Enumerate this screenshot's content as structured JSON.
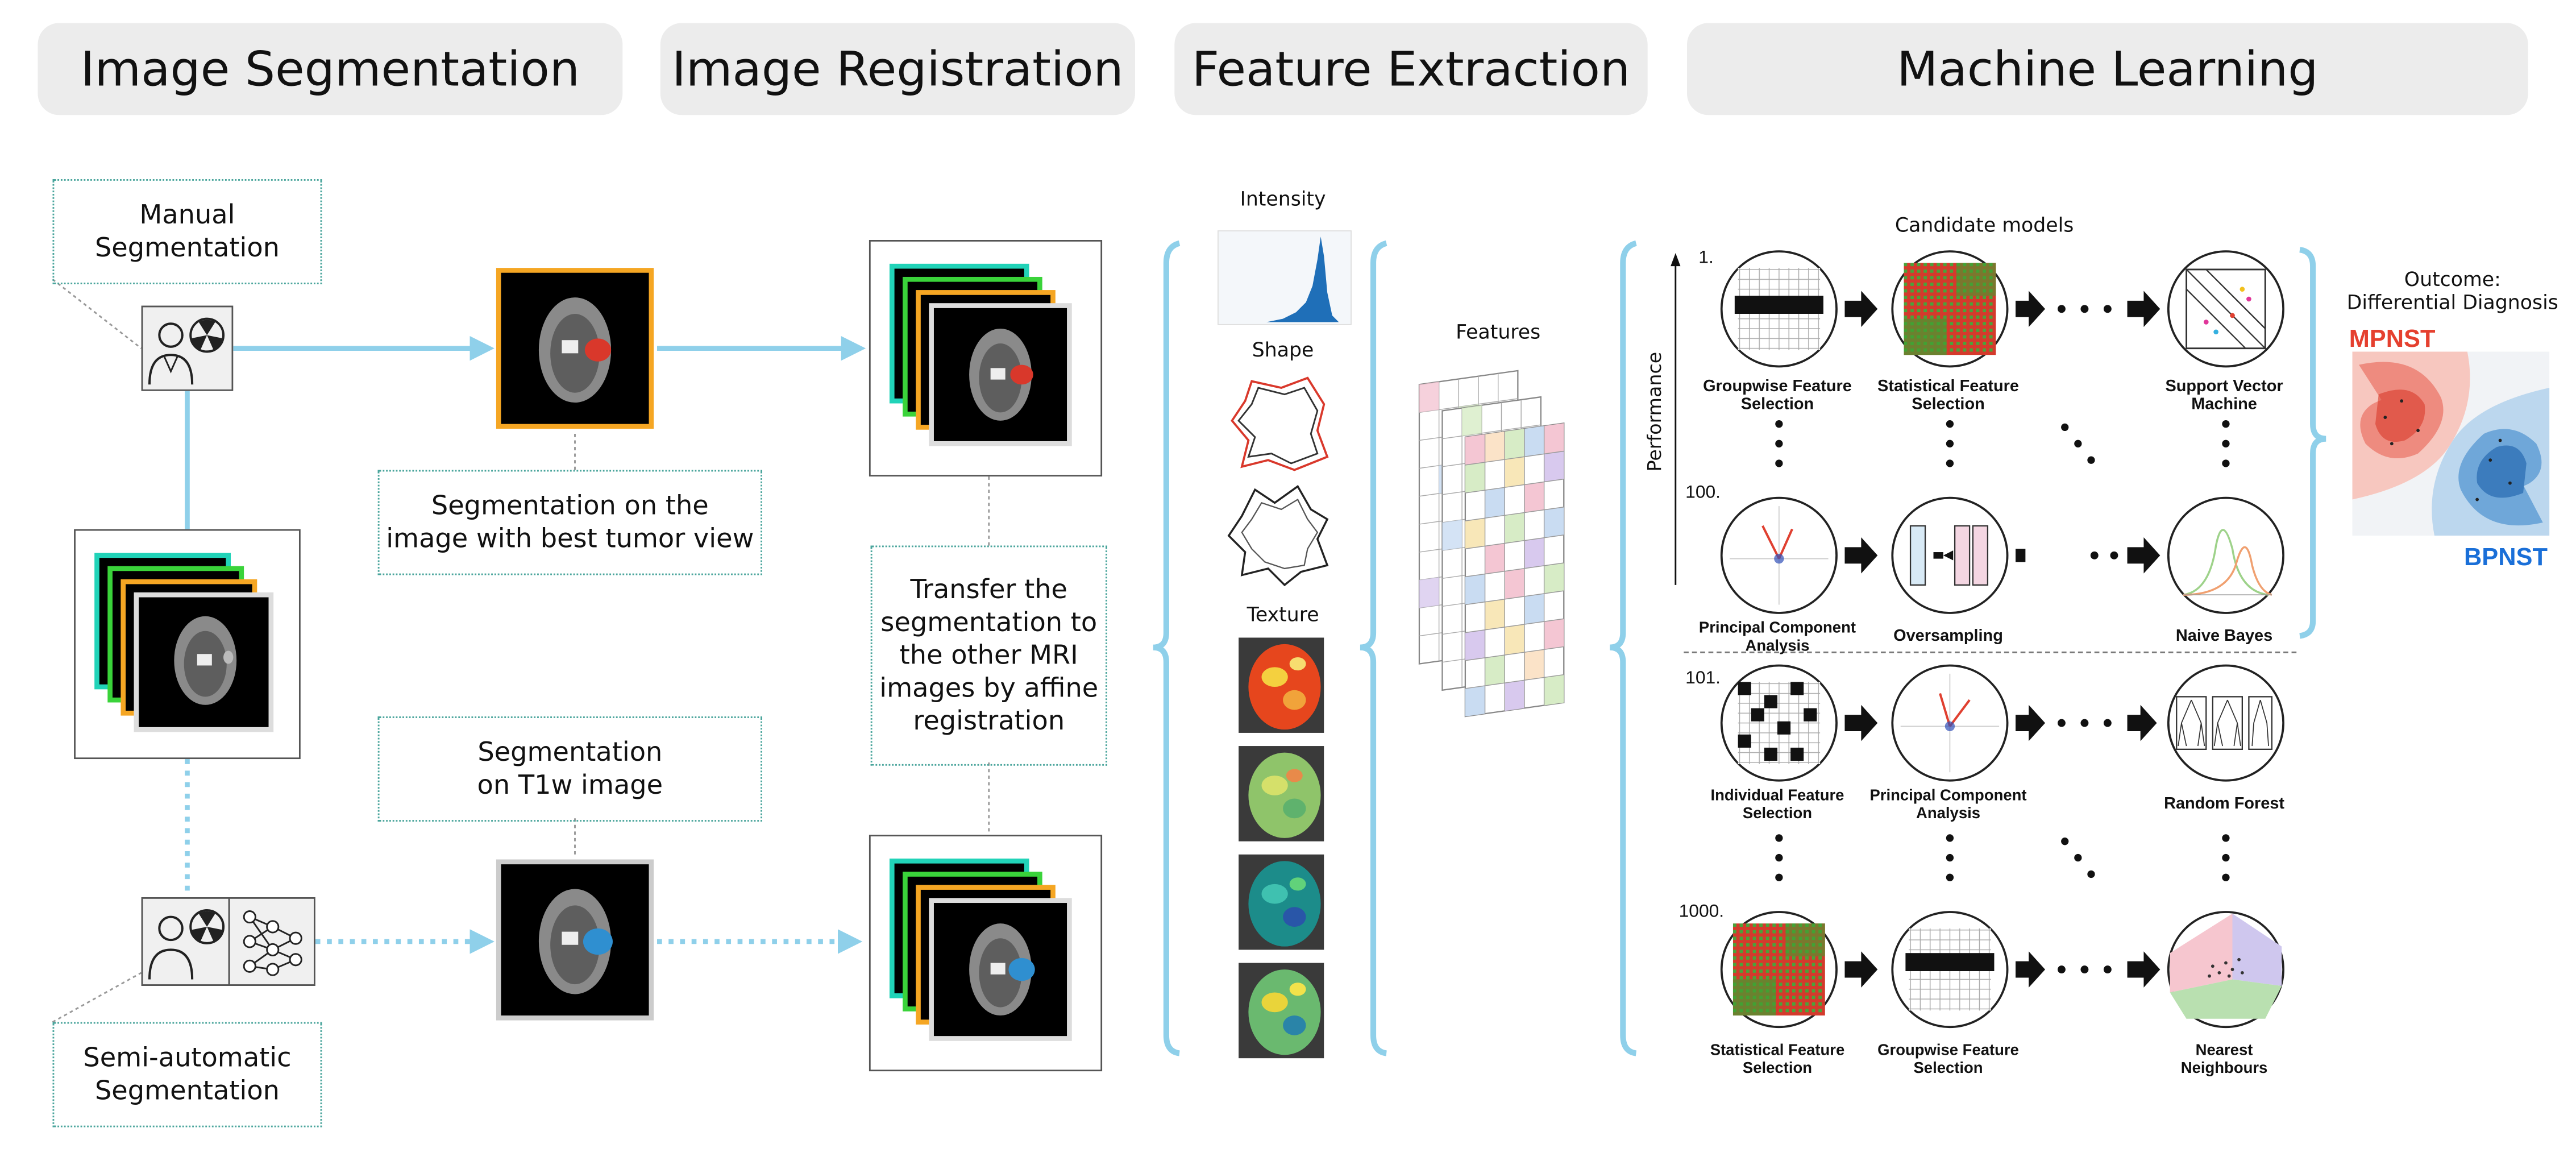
{
  "headers": {
    "image_segmentation": "Image Segmentation",
    "image_registration": "Image Registration",
    "feature_extraction": "Feature Extraction",
    "machine_learning": "Machine Learning"
  },
  "segmentation": {
    "manual": "Manual\nSegmentation",
    "semi_automatic": "Semi-automatic\nSegmentation",
    "best_view": "Segmentation on the\nimage with best tumor view",
    "t1w": "Segmentation\non T1w image"
  },
  "registration": {
    "transfer": "Transfer the\nsegmentation to\nthe other MRI\nimages by affine\nregistration"
  },
  "feature_extraction": {
    "intensity": "Intensity",
    "shape": "Shape",
    "texture": "Texture",
    "features": "Features"
  },
  "machine_learning": {
    "candidate_models": "Candidate models",
    "performance": "Performance",
    "ranks": [
      "1.",
      "100.",
      "101.",
      "1000."
    ],
    "row1": [
      "Groupwise Feature\nSelection",
      "Statistical Feature\nSelection",
      "Support Vector\nMachine"
    ],
    "row100": [
      "Principal Component\nAnalysis",
      "Oversampling",
      "Naive Bayes"
    ],
    "row101": [
      "Individual Feature\nSelection",
      "Principal Component\nAnalysis",
      "Random Forest"
    ],
    "row1000": [
      "Statistical Feature\nSelection",
      "Groupwise Feature\nSelection",
      "Nearest\nNeighbours"
    ]
  },
  "outcome": {
    "title": "Outcome:\nDifferential Diagnosis",
    "class_a": "MPNST",
    "class_b": "BPNST",
    "class_a_color": "#e5402f",
    "class_b_color": "#1a6fd8"
  },
  "colors": {
    "arrow": "#8fd0ea",
    "dotted_box": "#4aa59c",
    "segmentation_frame": "#f5a623",
    "segmentation_manual": "#d9382b",
    "segmentation_semi": "#2f8fd0"
  }
}
